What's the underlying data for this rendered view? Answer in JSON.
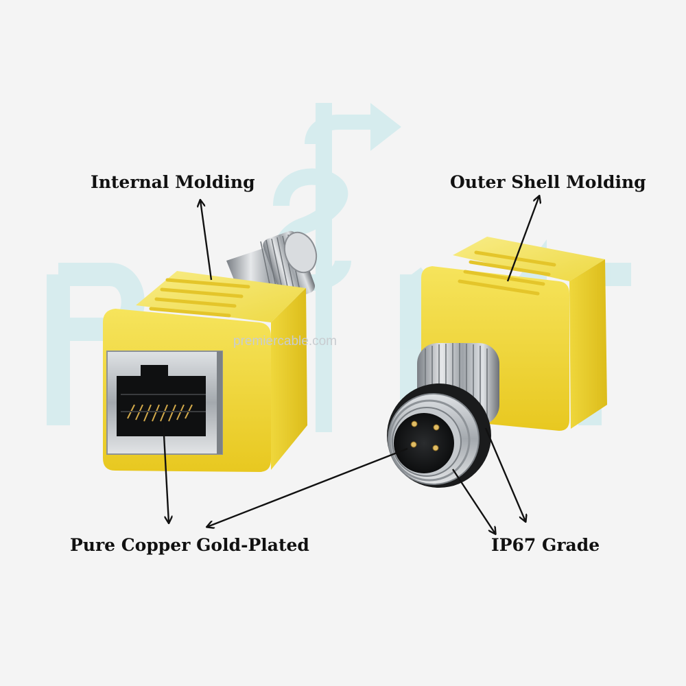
{
  "labels": {
    "internal_molding": "Internal Molding",
    "outer_shell_molding": "Outer Shell Molding",
    "pure_copper": "Pure Copper Gold-Plated",
    "ip67": "IP67 Grade"
  },
  "watermark": {
    "logo_text": "PCM",
    "url": "premiercable.com"
  },
  "colors": {
    "background": "#f4f4f4",
    "housing_yellow": "#f1d93a",
    "watermark": "#bfe6ea",
    "metal": "#b8bcc0",
    "pin_gold": "#d8b25a"
  },
  "icons": [
    "rj45-female-adapter",
    "m12-male-connector",
    "annotation-arrow"
  ]
}
